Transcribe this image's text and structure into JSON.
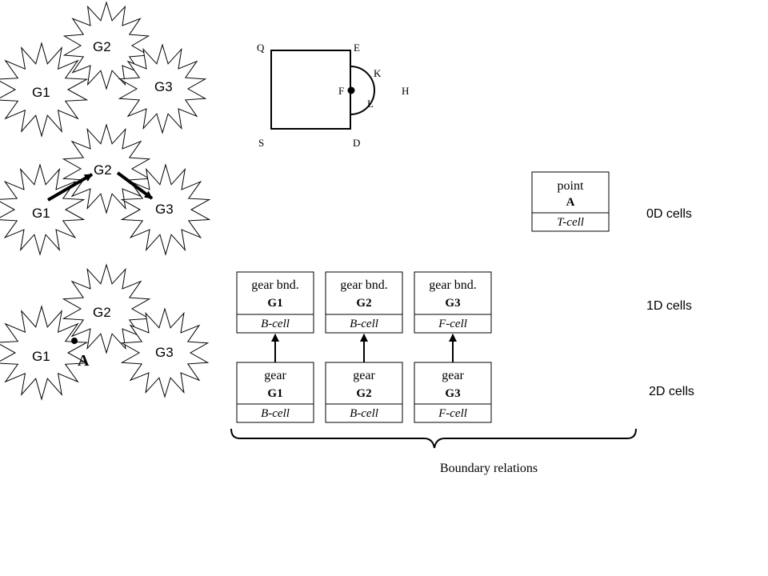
{
  "gear_groups": [
    {
      "gears": [
        {
          "label": "G1"
        },
        {
          "label": "G2"
        },
        {
          "label": "G3"
        }
      ]
    },
    {
      "gears": [
        {
          "label": "G1"
        },
        {
          "label": "G2"
        },
        {
          "label": "G3"
        }
      ]
    },
    {
      "gears": [
        {
          "label": "G1"
        },
        {
          "label": "G2"
        },
        {
          "label": "G3"
        }
      ]
    }
  ],
  "contact_point_label": "A",
  "schematic": {
    "labels": {
      "q": "Q",
      "e": "E",
      "k": "K",
      "f": "F",
      "h": "H",
      "l": "L",
      "s": "S",
      "d": "D"
    }
  },
  "cells": {
    "point": {
      "title": "point",
      "name": "A",
      "type": "T-cell"
    },
    "gear_boundaries": [
      {
        "title": "gear bnd.",
        "name": "G1",
        "type": "B-cell"
      },
      {
        "title": "gear bnd.",
        "name": "G2",
        "type": "B-cell"
      },
      {
        "title": "gear bnd.",
        "name": "G3",
        "type": "F-cell"
      }
    ],
    "gears": [
      {
        "title": "gear",
        "name": "G1",
        "type": "B-cell"
      },
      {
        "title": "gear",
        "name": "G2",
        "type": "B-cell"
      },
      {
        "title": "gear",
        "name": "G3",
        "type": "F-cell"
      }
    ]
  },
  "level_labels": {
    "zero_d": "0D cells",
    "one_d": "1D cells",
    "two_d": "2D cells"
  },
  "boundary_caption": "Boundary relations"
}
